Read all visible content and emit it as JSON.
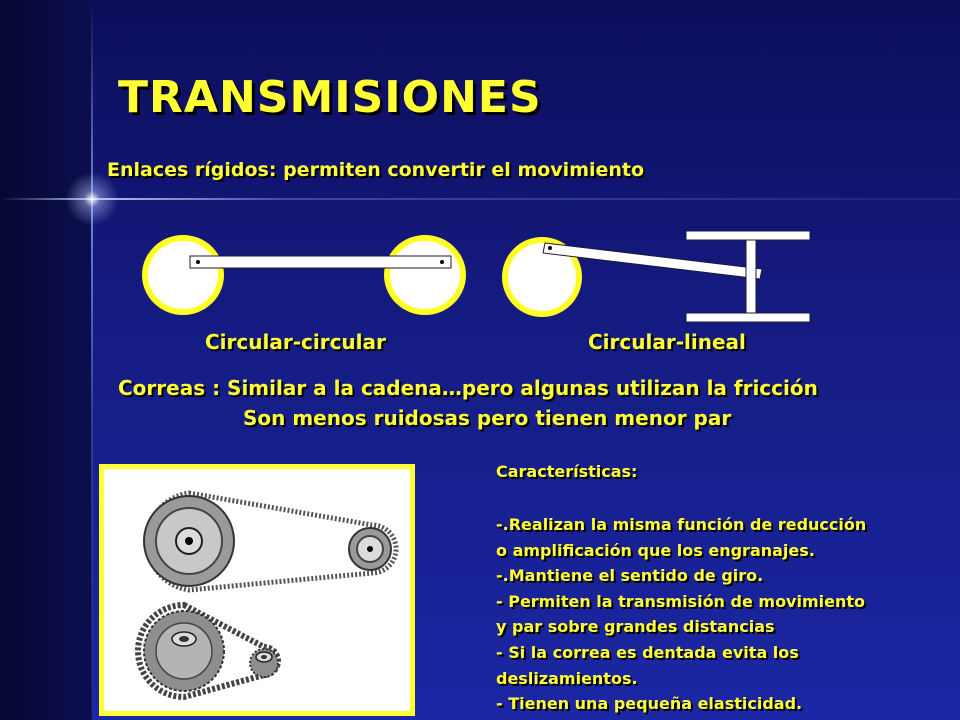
{
  "title": "TRANSMISIONES",
  "subtitle": "Enlaces rígidos:  permiten convertir el movimiento",
  "labels": {
    "circular_circular": "Circular-circular",
    "circular_lineal": "Circular-lineal"
  },
  "correas": {
    "line1": "Correas :  Similar a la cadena…pero algunas utilizan la fricción",
    "line2": "Son menos ruidosas pero tienen menor par"
  },
  "caracteristicas": {
    "heading": "Características:",
    "items": [
      "-.Realizan la misma función de reducción",
      "o amplificación que los engranajes.",
      "-.Mantiene el sentido de giro.",
      "- Permiten la transmisión de movimiento",
      "y par sobre grandes distancias",
      "- Si la correa es dentada evita los",
      "deslizamientos.",
      "- Tienen una pequeña elasticidad."
    ]
  },
  "colors": {
    "background": "#141a7e",
    "text": "#ffff33",
    "shadow": "#000000"
  }
}
